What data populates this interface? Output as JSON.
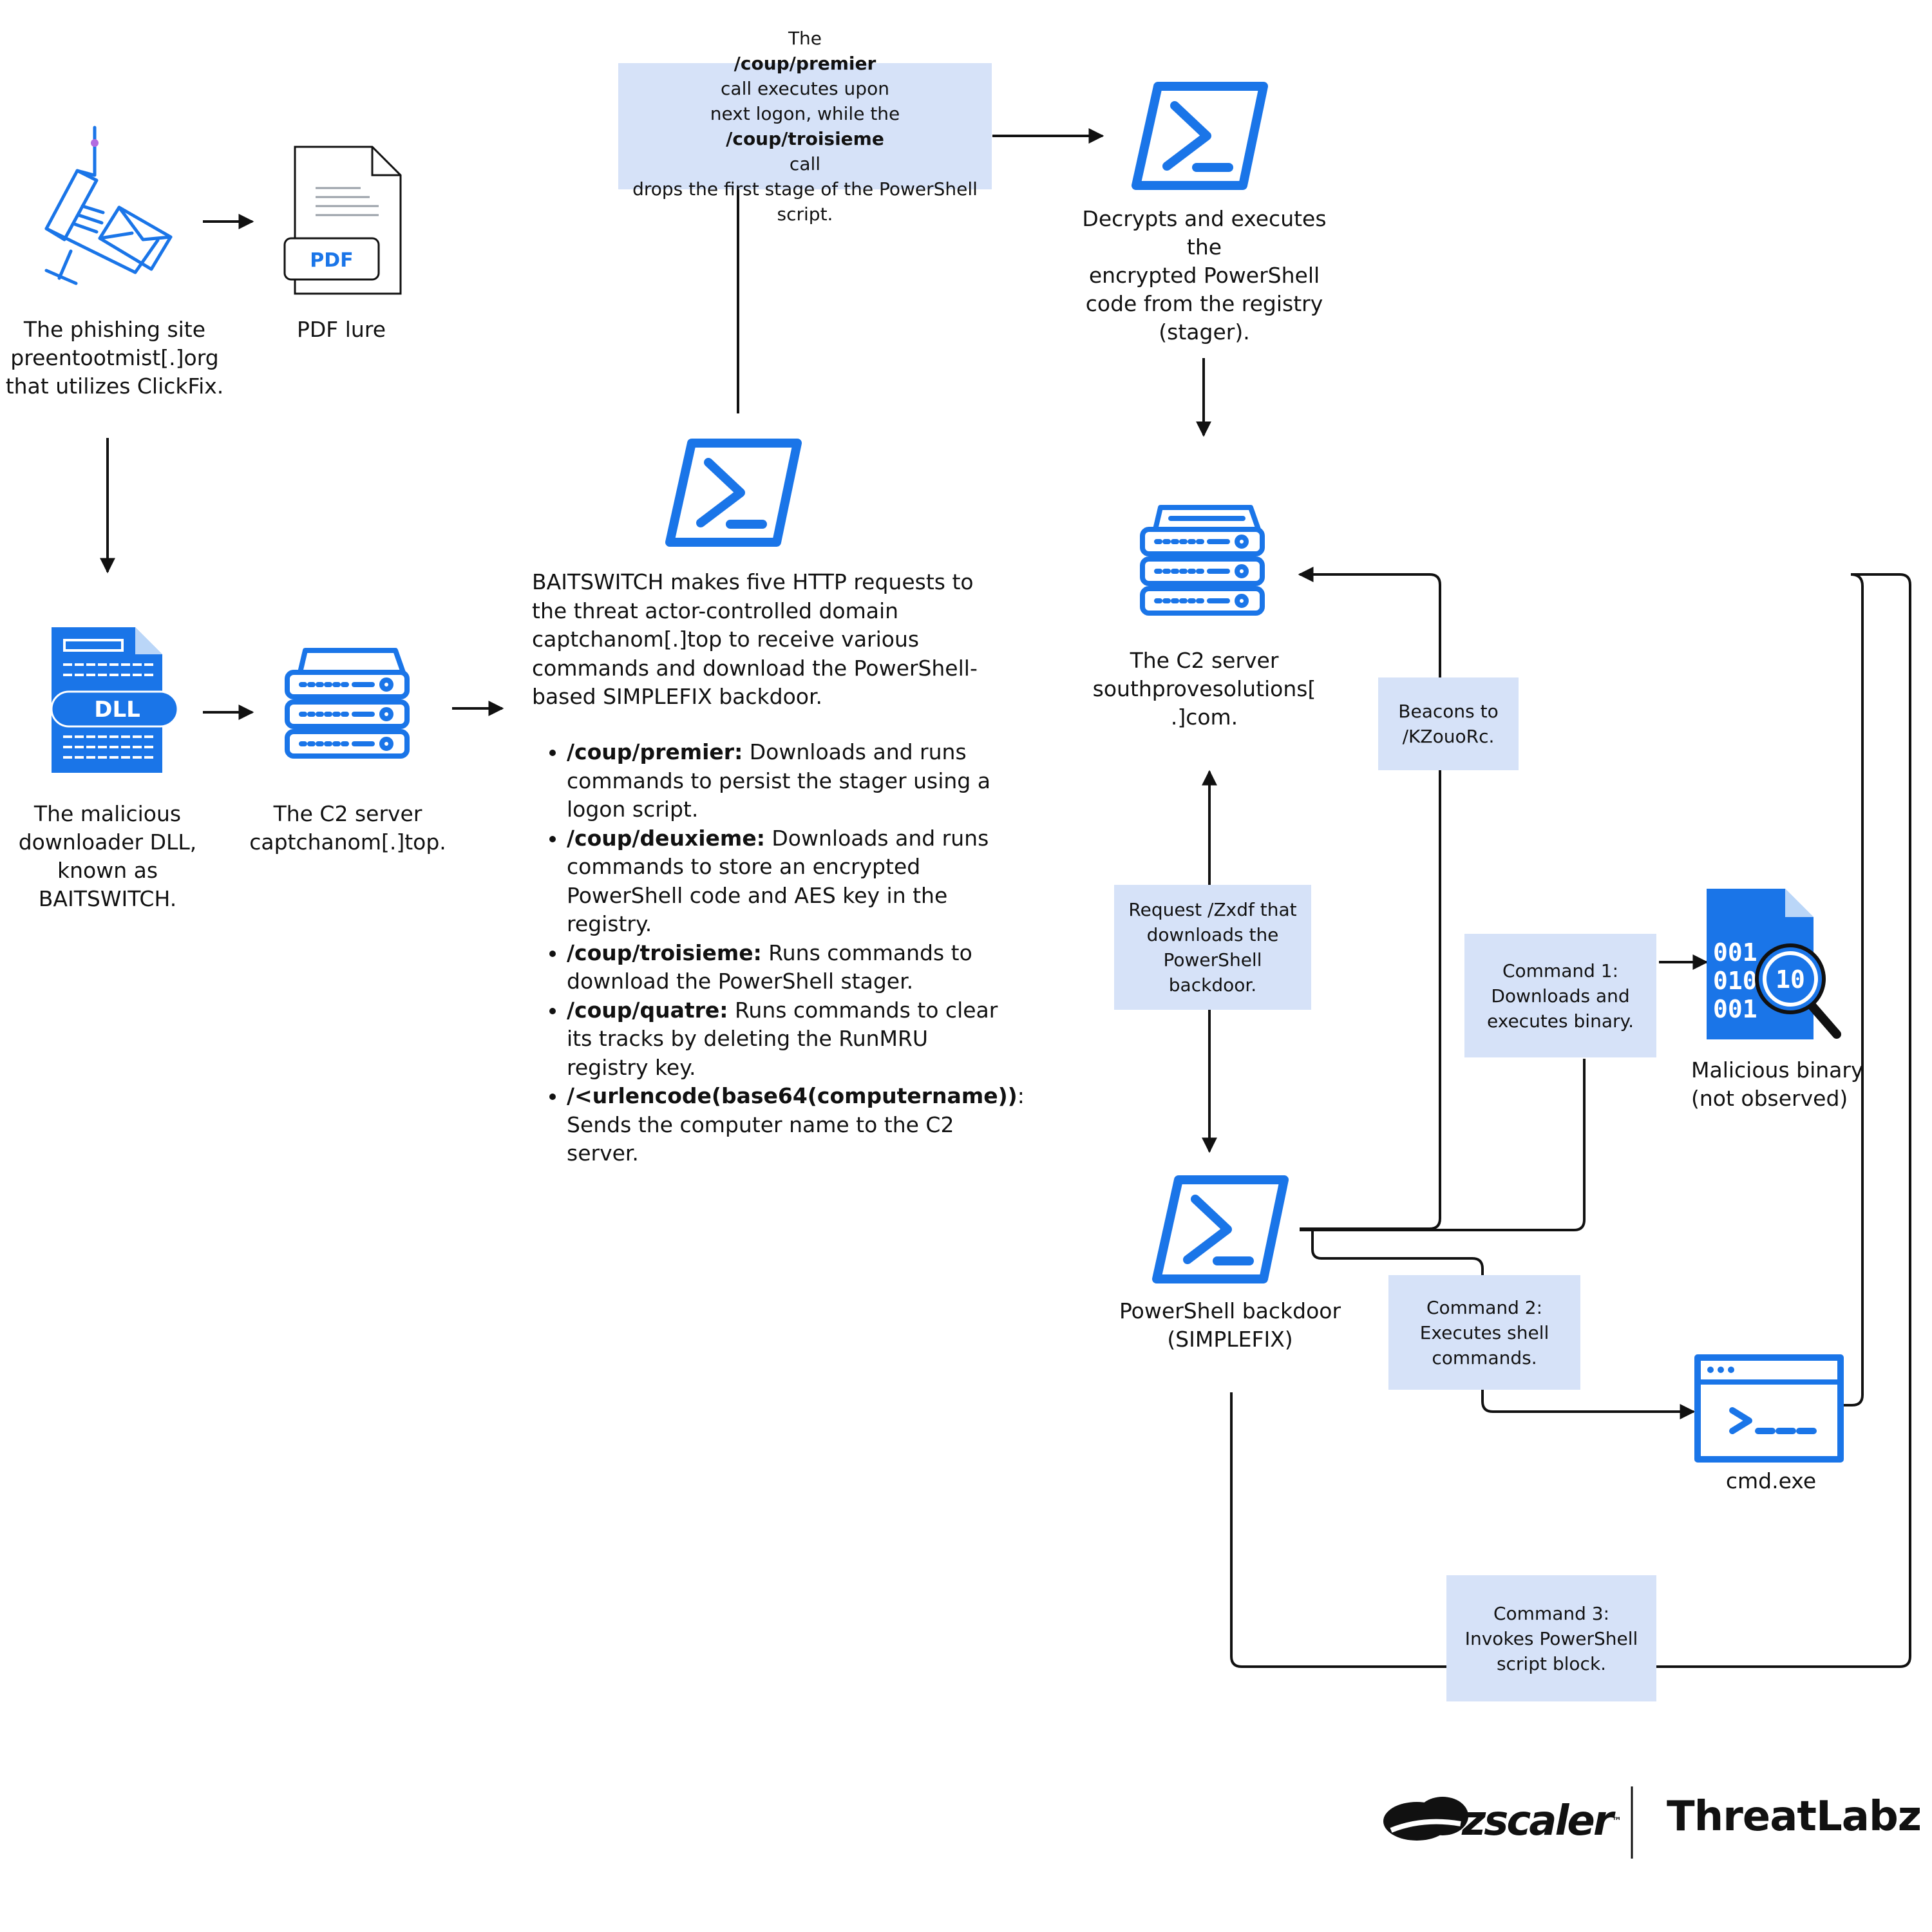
{
  "nodes": {
    "phishing": {
      "lines": [
        "The phishing site",
        "preentootmist[.]org",
        "that utilizes ClickFix."
      ]
    },
    "pdf": {
      "lines": [
        "PDF lure"
      ],
      "icon_text": "PDF"
    },
    "dll": {
      "lines": [
        "The malicious",
        "downloader DLL,",
        "known as",
        "BAITSWITCH."
      ],
      "icon_text": "DLL"
    },
    "c2_left": {
      "lines": [
        "The C2 server",
        "captchanom[.]top."
      ]
    },
    "baitswitch": {
      "lines": [
        "BAITSWITCH makes five HTTP requests to",
        "the threat actor-controlled domain",
        "captchanom[.]top to receive various",
        "commands and download the PowerShell-",
        "based SIMPLEFIX backdoor."
      ],
      "bullets": [
        {
          "bold": "/coup/premier:",
          "lines": [
            " Downloads and runs",
            "commands to persist the stager using a",
            "logon script."
          ]
        },
        {
          "bold": "/coup/deuxieme:",
          "lines": [
            " Downloads and runs",
            "commands to store an encrypted",
            "PowerShell code and AES key in the",
            "registry."
          ]
        },
        {
          "bold": "/coup/troisieme:",
          "lines": [
            " Runs commands to",
            "download the PowerShell stager."
          ]
        },
        {
          "bold": "/coup/quatre:",
          "lines": [
            " Runs commands to clear",
            "its tracks by deleting the RunMRU",
            "registry key."
          ]
        },
        {
          "bold": "/<urlencode(base64(computername))",
          "lines": [
            ":",
            "Sends the computer name to the C2",
            "server."
          ]
        }
      ]
    },
    "stager": {
      "lines": [
        "Decrypts and executes the",
        "encrypted PowerShell",
        "code from the registry",
        "(stager)."
      ]
    },
    "c2_right": {
      "lines": [
        "The C2 server",
        "southprovesolutions[",
        ".]com."
      ]
    },
    "malicious_binary": {
      "lines": [
        "Malicious binary",
        "(not observed)"
      ]
    },
    "backdoor": {
      "lines": [
        "PowerShell backdoor",
        "(SIMPLEFIX)"
      ]
    },
    "cmd": {
      "lines": [
        "cmd.exe"
      ]
    }
  },
  "callouts": {
    "coup": {
      "l1_pre": "The ",
      "l1_b": "/coup/premier",
      "l1_post": " call executes upon",
      "l2_pre": "next logon, while the ",
      "l2_b": "/coup/troisieme",
      "l2_post": " call",
      "l3": "drops the first stage of the PowerShell",
      "l4": "script."
    },
    "beacons": {
      "lines": [
        "Beacons to",
        "/KZouoRc."
      ]
    },
    "request": {
      "lines": [
        "Request /Zxdf that",
        "downloads the",
        "PowerShell backdoor."
      ]
    },
    "command1": {
      "lines": [
        "Command 1:",
        "Downloads and",
        "executes binary."
      ]
    },
    "command2": {
      "lines": [
        "Command 2:",
        "Executes shell",
        "commands."
      ]
    },
    "command3": {
      "lines": [
        "Command 3:",
        "Invokes PowerShell",
        "script block."
      ]
    }
  },
  "branding": {
    "zscaler": "zscaler",
    "threatlabz": "ThreatLabz",
    "tm": "™"
  },
  "colors": {
    "icon_blue": "#1a75e8",
    "callout_fill": "#d6e2f8",
    "arrow": "#111111"
  }
}
